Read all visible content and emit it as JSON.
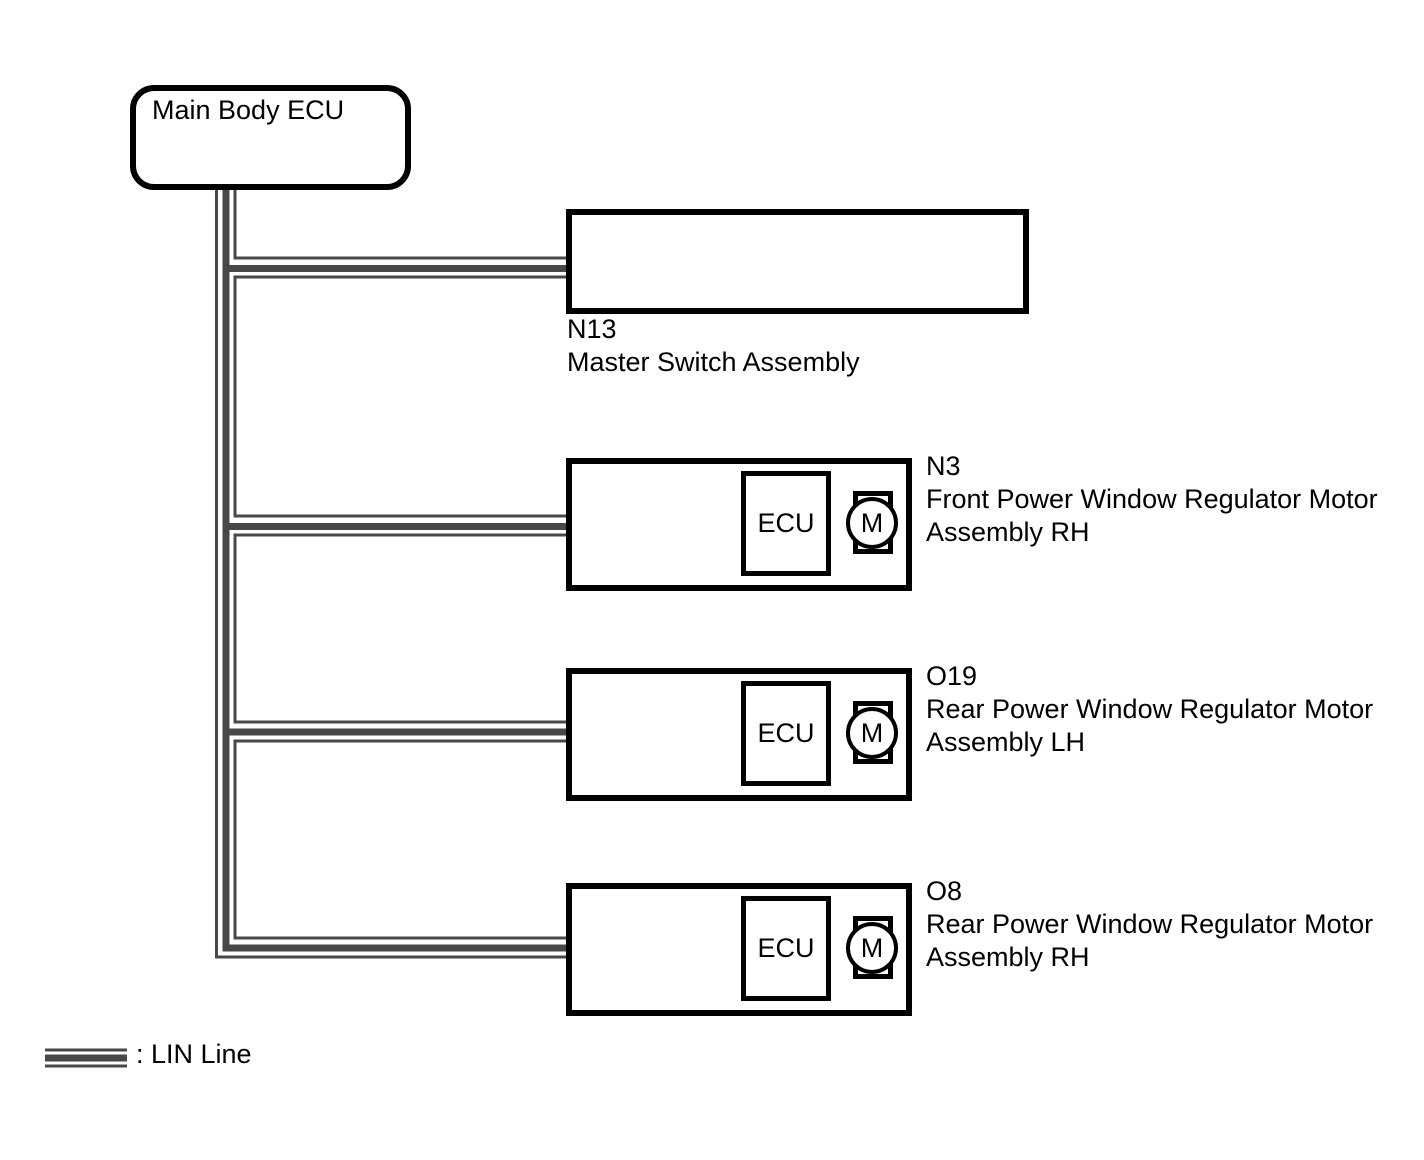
{
  "diagram": {
    "main_ecu": {
      "label": "Main Body ECU"
    },
    "master_switch": {
      "code": "N13",
      "name": "Master Switch Assembly"
    },
    "motor_nodes": [
      {
        "code": "N3",
        "desc_line1": "Front Power Window Regulator Motor",
        "desc_line2": "Assembly RH",
        "ecu_label": "ECU",
        "motor_label": "M"
      },
      {
        "code": "O19",
        "desc_line1": "Rear Power Window Regulator Motor",
        "desc_line2": "Assembly LH",
        "ecu_label": "ECU",
        "motor_label": "M"
      },
      {
        "code": "O8",
        "desc_line1": "Rear Power Window Regulator Motor",
        "desc_line2": "Assembly RH",
        "ecu_label": "ECU",
        "motor_label": "M"
      }
    ],
    "legend": {
      "label": ": LIN Line"
    },
    "colors": {
      "lin_line": "#484848",
      "box_border": "#000000",
      "background": "#ffffff"
    }
  }
}
